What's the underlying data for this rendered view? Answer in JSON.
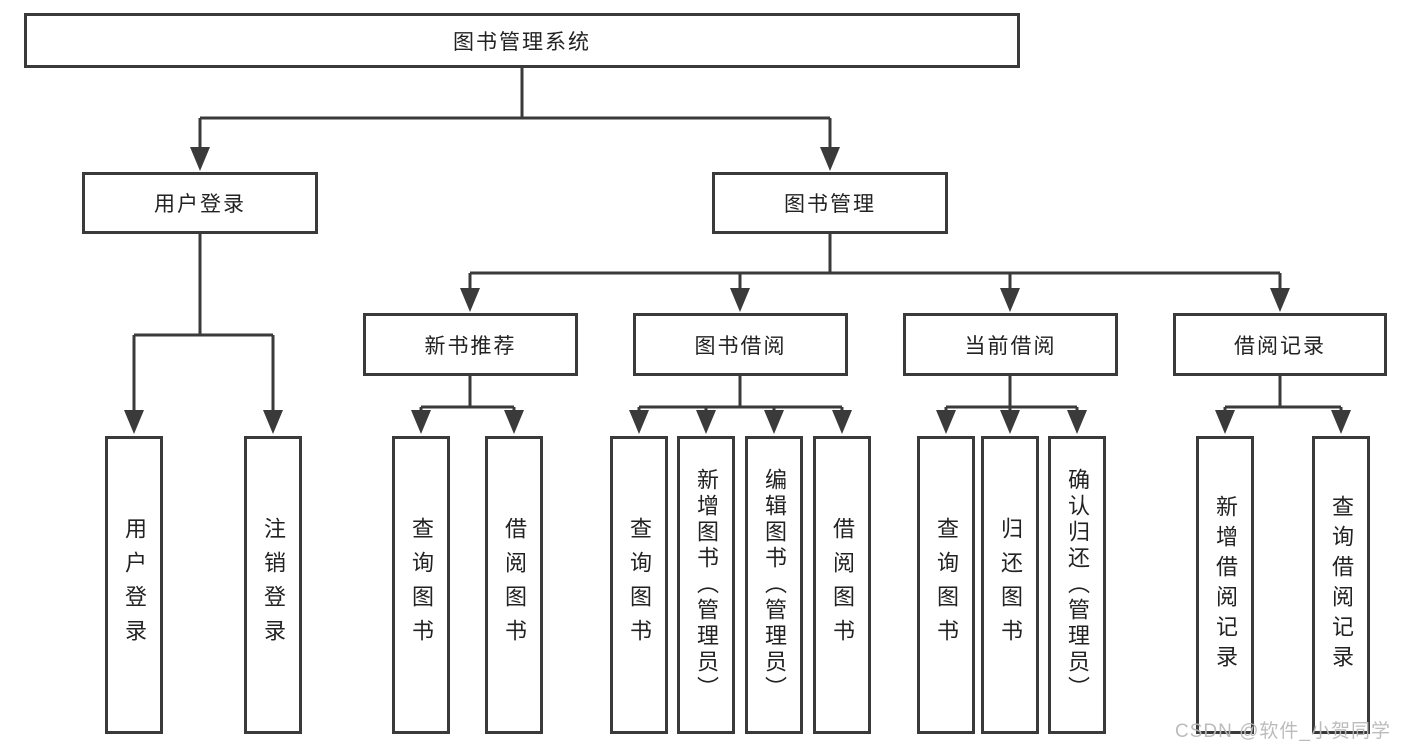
{
  "diagram": {
    "type": "hierarchy-tree",
    "direction": "top-down"
  },
  "colors": {
    "line": "#3a3a3a",
    "box_border": "#3a3a3a",
    "text": "#222222",
    "background": "#ffffff",
    "watermark": "#b8b8b8"
  },
  "nodes": {
    "root": {
      "label": "图书管理系统"
    },
    "user_login": {
      "label": "用户登录"
    },
    "book_management": {
      "label": "图书管理"
    },
    "new_book_recommend": {
      "label": "新书推荐"
    },
    "book_borrow": {
      "label": "图书借阅"
    },
    "current_borrow": {
      "label": "当前借阅"
    },
    "borrow_records": {
      "label": "借阅记录"
    },
    "leaves": {
      "user_login": "用户登录",
      "logout": "注销登录",
      "recommend_query_books": "查询图书",
      "recommend_borrow_books": "借阅图书",
      "borrow_query_books": "查询图书",
      "borrow_add_books": "新增图书（管理员）",
      "borrow_edit_books": "编辑图书（管理员）",
      "borrow_borrow_books": "借阅图书",
      "current_query_books": "查询图书",
      "current_return_books": "归还图书",
      "current_confirm_return": "确认归还（管理员）",
      "records_add_record": "新增借阅记录",
      "records_query_record": "查询借阅记录"
    }
  },
  "watermark": {
    "text": "CSDN @软件_小贺同学"
  }
}
